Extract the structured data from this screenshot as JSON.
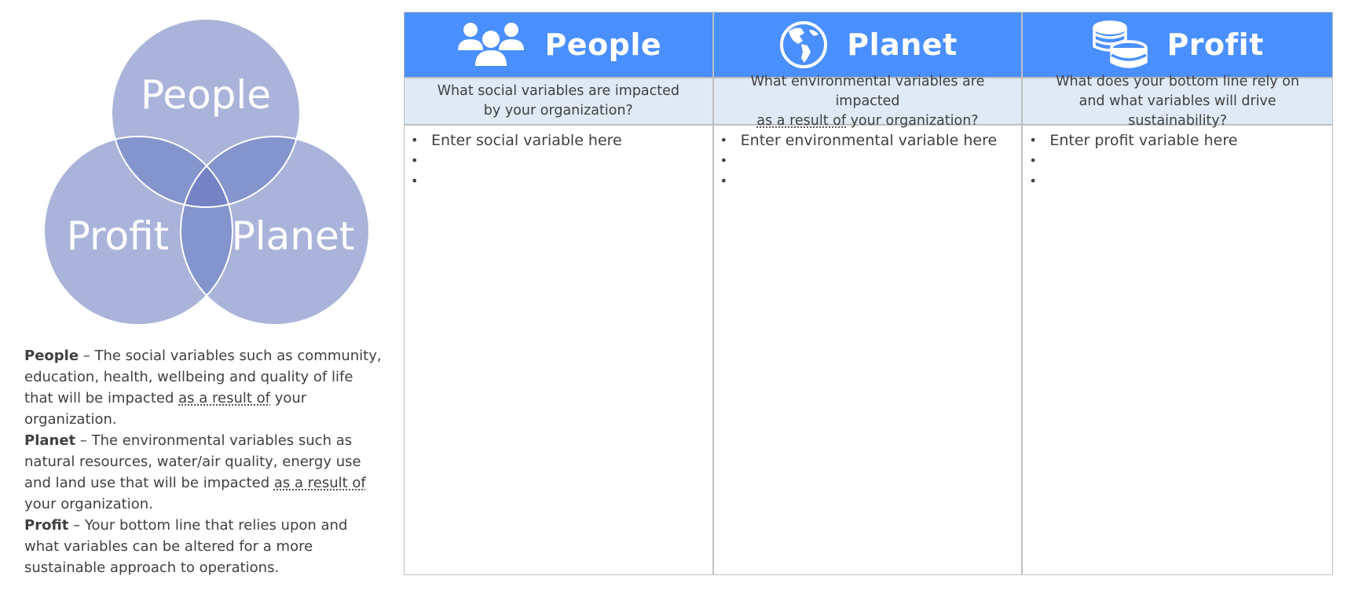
{
  "venn": {
    "labels": {
      "top": "People",
      "left": "Profit",
      "right": "Planet"
    },
    "circle_color": "#aab4da",
    "overlap_color": "#8494cc",
    "center_color": "#7583c5"
  },
  "definitions": [
    {
      "term": "People",
      "dash": " – ",
      "text_before": "The social variables such as community, education, health, wellbeing and quality of life that will be impacted ",
      "underlined": "as a result of",
      "text_after": " your organization."
    },
    {
      "term": "Planet",
      "dash": " – ",
      "text_before": "The environmental variables such as natural resources, water/air quality, energy use and land use that will be impacted ",
      "underlined": "as a result of",
      "text_after": " your organization."
    },
    {
      "term": "Profit",
      "dash": " – ",
      "text_before": "Your bottom line that relies upon and what variables can be altered for a more sustainable approach to operations.",
      "underlined": "",
      "text_after": ""
    }
  ],
  "table": {
    "header_color": "#4a8ffe",
    "question_bg": "#dfeaf6",
    "columns": [
      {
        "title": "People",
        "icon": "people-icon",
        "question_line1": "What social variables are impacted",
        "question_line2": "by your organization?",
        "items": [
          "Enter social variable here",
          "",
          ""
        ]
      },
      {
        "title": "Planet",
        "icon": "globe-icon",
        "question_line1": "What environmental variables are impacted",
        "question_line2_underlined": "as a result of",
        "question_line2_rest": " your organization?",
        "items": [
          "Enter environmental variable here",
          "",
          ""
        ]
      },
      {
        "title": "Profit",
        "icon": "coins-icon",
        "question_line1": "What does your bottom line rely on",
        "question_line2": "and what variables will drive sustainability?",
        "items": [
          "Enter profit variable here",
          "",
          ""
        ]
      }
    ]
  }
}
